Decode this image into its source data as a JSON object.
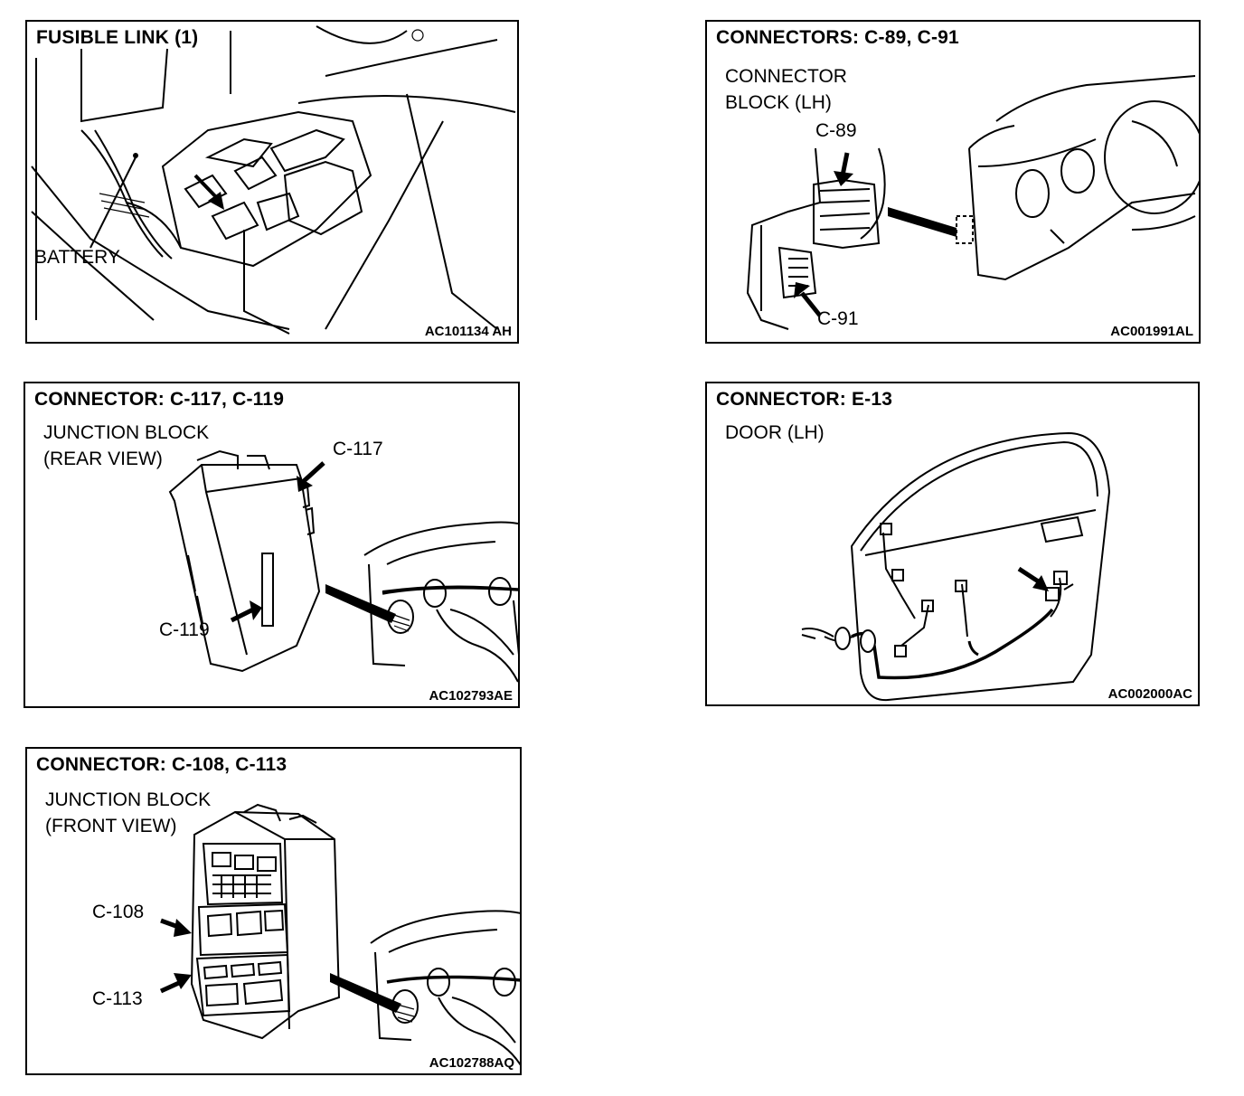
{
  "panels": {
    "fusible_link": {
      "title": "FUSIBLE LINK (1)",
      "label_battery": "BATTERY",
      "code": "AC101134 AH"
    },
    "connectors_c89_c91": {
      "title": "CONNECTORS: C-89, C-91",
      "block_line1": "CONNECTOR",
      "block_line2": "BLOCK (LH)",
      "label_c89": "C-89",
      "label_c91": "C-91",
      "code": "AC001991AL"
    },
    "connector_c117_c119": {
      "title": "CONNECTOR: C-117, C-119",
      "sub_line1": "JUNCTION BLOCK",
      "sub_line2": "(REAR VIEW)",
      "label_c117": "C-117",
      "label_c119": "C-119",
      "code": "AC102793AE"
    },
    "connector_e13": {
      "title": "CONNECTOR: E-13",
      "sub_line1": "DOOR (LH)",
      "code": "AC002000AC"
    },
    "connector_c108_c113": {
      "title": "CONNECTOR: C-108, C-113",
      "sub_line1": "JUNCTION BLOCK",
      "sub_line2": "(FRONT VIEW)",
      "label_c108": "C-108",
      "label_c113": "C-113",
      "code": "AC102788AQ"
    }
  }
}
